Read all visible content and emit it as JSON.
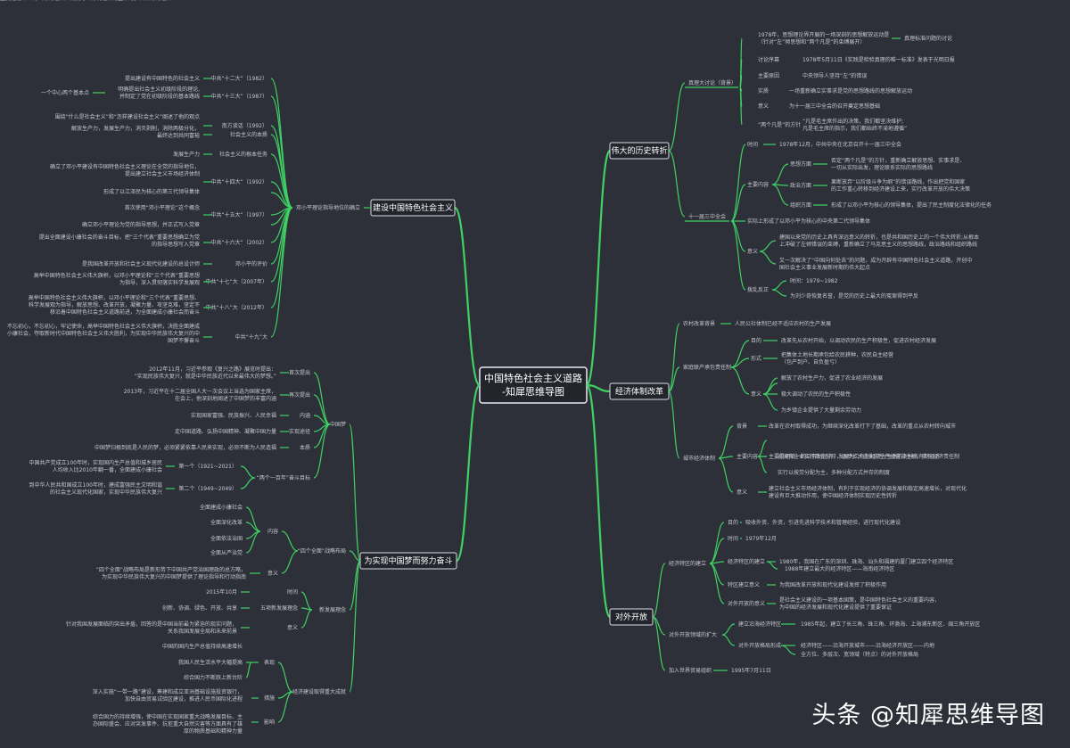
{
  "center": {
    "line1": "中国特色社会主义道路",
    "line2": "-知犀思维导图"
  },
  "watermark": "头条 @知犀思维导图",
  "branches": [
    {
      "label": "伟大的历史转折"
    },
    {
      "label": "经济体制改革"
    },
    {
      "label": "对外开放"
    },
    {
      "label": "建设中国特色社会主义"
    },
    {
      "label": "为实现中国梦而努力奋斗"
    }
  ],
  "left_top": {
    "hub": "邓小平理论指导地位的确立",
    "items": [
      {
        "k": "中共“十二大”（1982）",
        "v": [
          "提出建设有中国特色的社会主义"
        ]
      },
      {
        "k": "中共“十三大”（1987）",
        "v": [
          "明确提出社会主义初级阶段的理论,",
          "并制定了党在初级阶段的基本路线"
        ],
        "extra": "一个中心两个基本点"
      },
      {
        "k": "南方谈话（1992）",
        "v": [
          "围绕“什么是社会主义”和“怎样建设社会主义”阐述了他的观点"
        ]
      },
      {
        "k": "社会主义的本质",
        "v": [
          "解放生产力，发展生产力，消灭剥削，消除两极分化，",
          "最终达到共同富裕"
        ]
      },
      {
        "k": "社会主义的根本任务",
        "v": [
          "发展生产力"
        ]
      },
      {
        "k": "中共“十四大”（1992）",
        "v": [
          "确立了邓小平建设有中国特色社会主义理论在全党的指导地位，",
          "提出建立社会主义市场经济体制"
        ]
      },
      {
        "k": "",
        "v": [
          "形成了以江泽民为核心的第三代领导集体"
        ]
      },
      {
        "k": "中共“十五大”（1997）",
        "v": [
          "首次使用“邓小平理论”这个概念"
        ]
      },
      {
        "k": "",
        "v": [
          "确立邓小平理论为党的指导思想，并正式写入党章"
        ]
      },
      {
        "k": "中共“十六大”（2002）",
        "v": [
          "提出全面建设小康社会的奋斗目标，把“三个代表”重要思想确立为党",
          "的指导思想写入党章"
        ]
      },
      {
        "k": "邓小平的评价",
        "v": [
          "是我国改革开放和社会主义现代化建设的总设计师"
        ]
      },
      {
        "k": "中共“十七”大（2007年）",
        "v": [
          "高举中国特色社会主义伟大旗帜，以邓小平理论和“三个代表”重要思想",
          "为指导，深入贯彻落实科学发展观"
        ]
      },
      {
        "k": "中共“十八”大（2012年）",
        "v": [
          "高举中国特色社会主义伟大旗帜，以邓小平理论和“三个代表”重要思想、",
          "科学发展观为指导，解放思想、改革开放，凝聚力量、攻坚克难，坚定不",
          "移沿着中国特色社会主义道路前进，为全面建成小康社会而奋斗"
        ]
      },
      {
        "k": "中共“十九”大",
        "v": [
          "不忘初心，不忘初心，牢记使命，高举中国特色社会主义伟大旗帜，决胜全面建成",
          "小康社会，夺取新时代中国特色社会主义伟大胜利，为实现中华民族伟大复兴的中",
          "国梦不懈奋斗"
        ]
      }
    ]
  },
  "left_bottom": {
    "dream": {
      "hub": "中国梦",
      "items": [
        {
          "k": "首次提出",
          "v": [
            "2012年11月，习近平参观《复兴之路》展览时提出：",
            "“实现民族伟大复兴，就是中华民族近代以来最伟大的梦想。”"
          ]
        },
        {
          "k": "再次提出",
          "v": [
            "2013年，习近平在十二届全国人大一次会议上当选为国家主席，",
            "在会上，他深刻地阐述了中国梦的丰富内涵"
          ]
        },
        {
          "k": "内涵",
          "v": [
            "实现国家富强、民族振兴、人民幸福"
          ]
        },
        {
          "k": "实现途径",
          "v": [
            "走中国道路、弘扬中国精神、凝聚中国力量"
          ]
        },
        {
          "k": "本质",
          "v": [
            "中国梦归根到底是人民的梦，必须紧紧依靠人民来实现，必须不断为人民造福"
          ]
        }
      ],
      "goal_hub": "“两个一百年”奋斗目标",
      "goals": [
        {
          "k": "第一个（1921~2021）",
          "v": [
            "中国共产党成立100年时，实现国内生产总值和城乡居民",
            "人均收入比2010年翻一番，全面建成小康社会"
          ]
        },
        {
          "k": "第二个（1949~2049）",
          "v": [
            "到中华人民共和国成立100年时，建成富强民主文明和谐",
            "的社会主义现代化国家，实现中华民族伟大复兴"
          ]
        }
      ]
    },
    "four": {
      "hub": "“四个全面”战略布局",
      "content_hub": "内容",
      "contents": [
        "全面建成小康社会",
        "全面深化改革",
        "全面依法治国",
        "全面从严治党"
      ],
      "meaning_k": "意义",
      "meaning": [
        "“四个全面”战略布局是新形势下中国共产党治国理政的总方略，",
        "为实现中华民族伟大复兴的中国梦提供了理论指导和行动指南"
      ]
    },
    "newidea": {
      "hub": "新发展理念",
      "items": [
        {
          "k": "时间",
          "v": [
            "2015年10月"
          ]
        },
        {
          "k": "五项新发展理念",
          "v": [
            "创新、协调、绿色、开放、共享"
          ]
        },
        {
          "k": "意义",
          "v": [
            "针对我国发展面临的突出矛盾，回答的是中国当前最为紧迫的现实问题，",
            "关系我国发展全局和未来前景"
          ]
        }
      ]
    },
    "econ": {
      "hub": "经济建设取得重大成就",
      "items": [
        {
          "k": "表现",
          "v": [
            "中国的国内生产总值持续高速增长"
          ]
        },
        {
          "k": "",
          "v": [
            "我国人民生活水平大幅提高"
          ]
        },
        {
          "k": "",
          "v": [
            "综合国力不断跃上新台阶"
          ]
        },
        {
          "k": "措施",
          "v": [
            "深入实施“一带一路”建设，筹建和成立亚洲基础设施投资银行，",
            "加快自由贸易试验区建设，推进人民币国际化进程"
          ]
        },
        {
          "k": "影响",
          "v": [
            "综合国力的持续增强，使中国在实现国家重大战略发展目标、主",
            "办国际盛会、应对突发事件、抗拒重大自然灾害等方面具有了雄",
            "厚的物质基础和精神力量"
          ]
        }
      ]
    }
  },
  "right_top": {
    "truth": {
      "hub": "真理大讨论（背景）",
      "items": [
        {
          "k": "",
          "v": [
            "1978年，思想理论界开展的一场深刻的思想解放运动是",
            "（针对“左”倾思想和“两个凡是”的束缚展开）"
          ],
          "extra": "真理标准问题的讨论"
        },
        {
          "k": "讨论序幕",
          "v": [
            "1978年5月11日《实践是检验真理的唯一标准》发表于光明日报"
          ]
        },
        {
          "k": "主要原因",
          "v": [
            "中央领导人坚持“左”的错误"
          ]
        },
        {
          "k": "实质",
          "v": [
            "一场重新确立实事求是党的思想路线的思想解放运动"
          ]
        },
        {
          "k": "意义",
          "v": [
            "为十一届三中全会的召开奠定思想基础"
          ]
        },
        {
          "k": "“两个凡是”的方针",
          "v": [
            "“凡是毛主席作出的决策，我们都坚决维护;",
            "凡是毛主席的指示，我们都始终不渝地遵循”"
          ]
        }
      ]
    },
    "plenum": {
      "hub": "十一届三中全会",
      "time_k": "时间",
      "time_v": "1978年12月，中共中央在北京召开十一届三中全会",
      "content_k": "主要内容",
      "contents": [
        {
          "k": "思想方面",
          "v": [
            "否定“两个凡是”的方针，重新确立解放思想、实事求是、",
            "一切从实际出发，理论联系实际的思想路线"
          ]
        },
        {
          "k": "政治方面",
          "v": [
            "果断放弃“以阶级斗争为纲”的错误路线，作出把党和国家",
            "的工作重心转移到经济建设上来，实行改革开放的伟大决策"
          ]
        },
        {
          "k": "组织方面",
          "v": [
            "形成了以邓小平为核心的领导集体，提出了民主制度化法律化的任务"
          ]
        }
      ],
      "fact": "实际上形成了以邓小平为核心的中央第二代领导集体",
      "meaning_k": "意义",
      "meaning": [
        [
          "建国以来党的历史上具有深远意义的转折，也是共和国历史上的一个伟大转折;从根本",
          "上冲破了左倾错误的束缚，重新确立了马克思主义的思想路线，政治路线和组织路线"
        ],
        [
          "又一次解决了“中国向何处去”的问题，成为开辟有中国特色社会主义道路，开创中",
          "国社会主义事业发展新时期的伟大起点"
        ]
      ],
      "pullback_k": "拨乱反正",
      "pullback": [
        {
          "k": "",
          "v": [
            "时间：1979~1982"
          ]
        },
        {
          "k": "",
          "v": [
            "为刘少奇恢复名誉，是党的历史上最大的冤案得到平反"
          ]
        }
      ]
    }
  },
  "right_mid": {
    "rural": {
      "k": "农村改革背景",
      "v": "人民公社体制已经不适应农村的生产发展"
    },
    "family": {
      "hub": "家庭联产承包责任制",
      "items": [
        {
          "k": "目的",
          "v": [
            "改革先从农村开始，以调动农民的生产积极性，促进农村经济发展"
          ]
        },
        {
          "k": "形式",
          "v": [
            "把集体土地长期承包给农民耕种，农民自主经营",
            "（包产到户、自负盈亏）"
          ]
        },
        {
          "k": "意义",
          "v": [
            "极大调动了农民的生产积极性"
          ],
          "more": [
            [
              "解放了农村生产力，促进了农业经济的发展"
            ],
            [
              "为乡镇企业提供了大量剩余劳动力"
            ]
          ]
        }
      ]
    },
    "city": {
      "hub": "城市经济体制",
      "items": [
        {
          "k": "背景",
          "v": [
            "改革在农村取得成功，为继续深化改革打下了基础，改革的重点从农村转向城市"
          ]
        },
        {
          "k": "主要内容",
          "v": [
            "主要是把单一的公有制经济，发展为公有制经济为主体的多种所有制经济"
          ],
          "more": [
            [
              "对国有企业实行政企分开，逐步扩大企业的生产经营自主权，实行经济责任制"
            ],
            [
              "实行以按劳分配为主，多种分配方式并存的制度"
            ]
          ]
        },
        {
          "k": "意义",
          "v": [
            "建立社会主义市场经济体制，有利于实现经济的协调发展和稳定高速增长，对现代化",
            "建设有巨大推动作用，使中国经济体制实现历史性转折"
          ]
        }
      ]
    }
  },
  "right_bottom": {
    "zone": {
      "hub": "经济特区的建立",
      "items": [
        {
          "k": "目的",
          "v": [
            "吸收外资、外资，引进先进科学技术和管理经验，进行现代化建设"
          ]
        },
        {
          "k": "时间",
          "v": [
            "1979年12月"
          ]
        },
        {
          "k": "经济特区的建立",
          "v": [
            "1980年，我国在广东的深圳、珠海、汕头和福建的厦门建立四个经济特区"
          ],
          "more": [
            [
              "1988年建立最大的经济特区——海南经济特区"
            ]
          ]
        },
        {
          "k": "特区建立意义",
          "v": [
            "为我国改革开放和现代化建设发挥了积极作用"
          ]
        },
        {
          "k": "对外开放的意义",
          "v": [
            "是社会主义建设的一项基本国策，是中国特色社会主义的重要内容，",
            "为中国的经济发展和现代化建设提供了重要保证"
          ]
        }
      ]
    },
    "expand": {
      "hub": "对外开放领域的扩大",
      "items": [
        {
          "k": "建立沿海经济特区",
          "v": [
            "1985年起，建立了长三角、珠三角、环渤海、上海浦东新区、闽三角开放区"
          ]
        },
        {
          "k": "对外开放格局形成",
          "v": [
            "经济特区——沿海开放城市——沿海经济开放区——内地"
          ],
          "more": [
            [
              "全方位、多层次、宽领域（特点）的对外开放格局"
            ]
          ]
        }
      ]
    },
    "wto": {
      "k": "加入世界贸易组织",
      "v": "1995年7月11日"
    }
  }
}
